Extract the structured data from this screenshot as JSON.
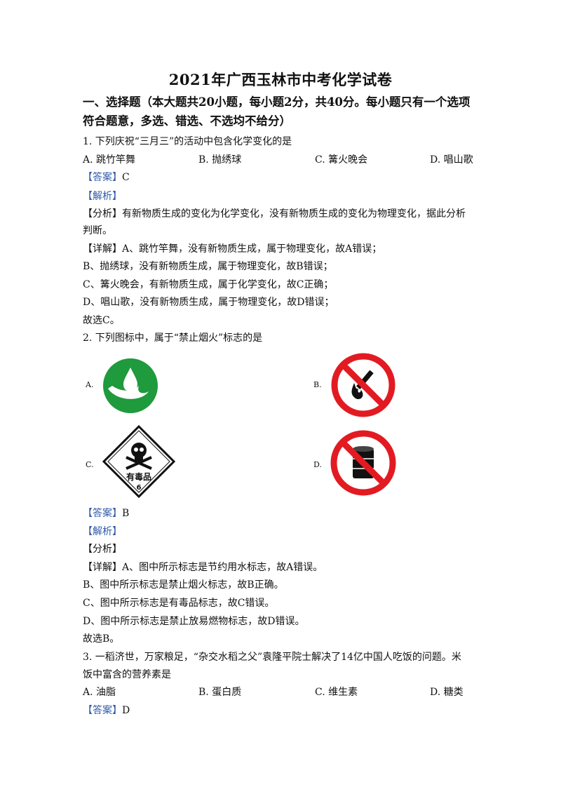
{
  "title": "2021年广西玉林市中考化学试卷",
  "section": {
    "line1": "一、选择题（本大题共20小题，每小题2分，共40分。每小题只有一个选项",
    "line2": "符合题意，多选、错选、不选均不给分）"
  },
  "q1": {
    "stem": "1. 下列庆祝“三月三”的活动中包含化学变化的是",
    "options": [
      "A. 跳竹竿舞",
      "B. 抛绣球",
      "C. 篝火晚会",
      "D. 唱山歌"
    ],
    "answer_tag": "【答案】",
    "answer": "C",
    "jiexi_tag": "【解析】",
    "fenxi_tag": "【分析】",
    "fenxi_line1": "有新物质生成的变化为化学变化，没有新物质生成的变化为物理变化，据此分析",
    "fenxi_line2": "判断。",
    "xiangjie_tag": "【详解】",
    "xiangjie": "A、跳竹竿舞，没有新物质生成，属于物理变化，故A错误；",
    "detail_b": "B、抛绣球，没有新物质生成，属于物理变化，故B错误；",
    "detail_c": "C、篝火晚会，有新物质生成，属于化学变化，故C正确；",
    "detail_d": "D、唱山歌，没有新物质生成，属于物理变化，故D错误；",
    "conclusion": "故选C。"
  },
  "q2": {
    "stem": "2. 下列图标中，属于“禁止烟火”标志的是",
    "labels": [
      "A.",
      "B.",
      "C.",
      "D."
    ],
    "poison_text": "有毒品",
    "poison_num": "6",
    "answer_tag": "【答案】",
    "answer": "B",
    "jiexi_tag": "【解析】",
    "fenxi_tag": "【分析】",
    "xiangjie_tag": "【详解】",
    "xiangjie": "A、图中所示标志是节约用水标志，故A错误。",
    "detail_b": "B、图中所示标志是禁止烟火标志，故B正确。",
    "detail_c": "C、图中所示标志是有毒品标志，故C错误。",
    "detail_d": "D、图中所示标志是禁止放易燃物标志，故D错误。",
    "conclusion": "故选B。"
  },
  "q3": {
    "stem_line1": "3. 一稻济世，万家粮足，“杂交水稻之父”袁隆平院士解决了14亿中国人吃饭的问题。米",
    "stem_line2": "饭中富含的营养素是",
    "options": [
      "A.  油脂",
      "B.  蛋白质",
      "C.  维生素",
      "D.  糖类"
    ],
    "answer_tag": "【答案】",
    "answer": "D"
  },
  "colors": {
    "tag_blue": "#2f5aa8",
    "green": "#1f9a3c",
    "red": "#e21b22"
  }
}
